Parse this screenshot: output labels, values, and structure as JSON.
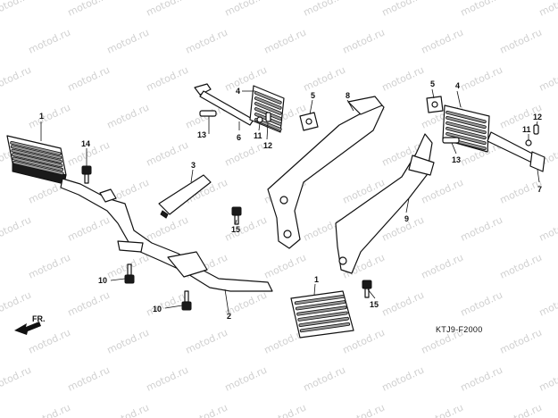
{
  "diagram": {
    "watermark": "motod.ru",
    "code": "KTJ9-F2000",
    "direction": "FR.",
    "callouts": [
      {
        "id": "c1a",
        "label": "1"
      },
      {
        "id": "c1b",
        "label": "1"
      },
      {
        "id": "c2",
        "label": "2"
      },
      {
        "id": "c3",
        "label": "3"
      },
      {
        "id": "c4a",
        "label": "4"
      },
      {
        "id": "c4b",
        "label": "4"
      },
      {
        "id": "c5a",
        "label": "5"
      },
      {
        "id": "c5b",
        "label": "5"
      },
      {
        "id": "c6",
        "label": "6"
      },
      {
        "id": "c7",
        "label": "7"
      },
      {
        "id": "c8",
        "label": "8"
      },
      {
        "id": "c9",
        "label": "9"
      },
      {
        "id": "c10a",
        "label": "10"
      },
      {
        "id": "c10b",
        "label": "10"
      },
      {
        "id": "c11a",
        "label": "11"
      },
      {
        "id": "c11b",
        "label": "11"
      },
      {
        "id": "c12a",
        "label": "12"
      },
      {
        "id": "c12b",
        "label": "12"
      },
      {
        "id": "c13a",
        "label": "13"
      },
      {
        "id": "c13b",
        "label": "13"
      },
      {
        "id": "c14",
        "label": "14"
      },
      {
        "id": "c15a",
        "label": "15"
      },
      {
        "id": "c15b",
        "label": "15"
      }
    ]
  }
}
